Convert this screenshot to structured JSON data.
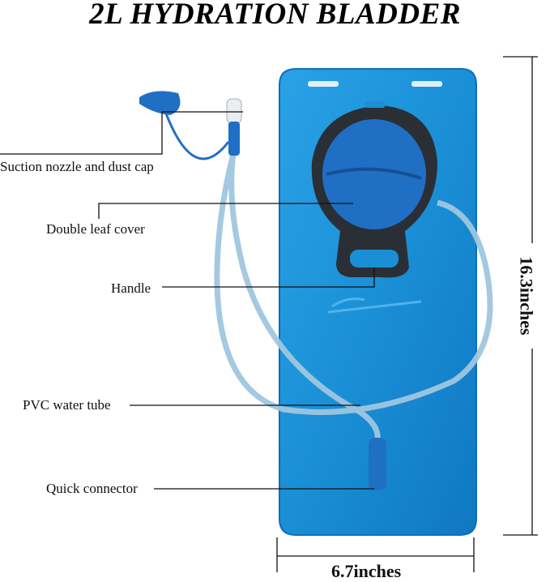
{
  "title": "2L HYDRATION BLADDER",
  "labels": {
    "nozzle": "Suction nozzle and dust cap",
    "cover": "Double leaf cover",
    "handle": "Handle",
    "tube": "PVC water tube",
    "connector": "Quick connector"
  },
  "dimensions": {
    "height": "16.3inches",
    "width": "6.7inches"
  },
  "colors": {
    "bladder": "#1a8fd6",
    "bladder_dark": "#0d6fb8",
    "cap": "#1f6fc4",
    "frame": "#2a2f36",
    "tube": "#9fc6de"
  }
}
